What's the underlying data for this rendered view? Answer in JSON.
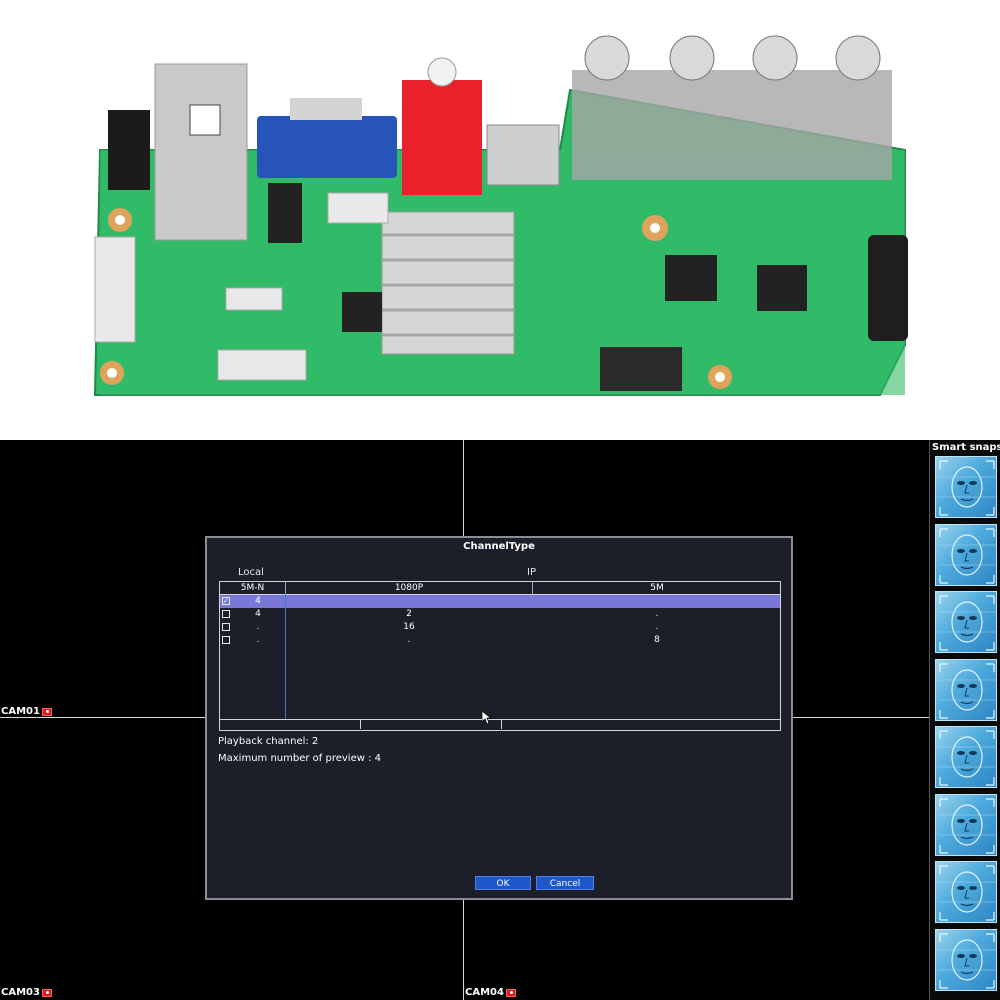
{
  "photo": {
    "subject": ""
  },
  "dvr": {
    "cameras": [
      {
        "name": "CAM01"
      },
      {
        "name": "CAM03"
      },
      {
        "name": "CAM04"
      }
    ],
    "snapshot_panel": {
      "title": "Smart snapsho"
    },
    "dialog": {
      "title": "ChannelType",
      "group_local": "Local",
      "group_ip": "IP",
      "columns": [
        "5M-N",
        "1080P",
        "5M"
      ],
      "rows": [
        {
          "checked": true,
          "local": "4",
          "ip_1080p": "",
          "ip_5m": ""
        },
        {
          "checked": false,
          "local": "4",
          "ip_1080p": "2",
          "ip_5m": "."
        },
        {
          "checked": false,
          "local": ".",
          "ip_1080p": "16",
          "ip_5m": "."
        },
        {
          "checked": false,
          "local": ".",
          "ip_1080p": ".",
          "ip_5m": "8"
        }
      ],
      "checkbox_mark": "✓",
      "playback_label": "Playback channel: 2",
      "max_preview_label": "Maximum number of preview",
      "max_preview_value": ": 4",
      "ok_label": "OK",
      "cancel_label": "Cancel"
    }
  }
}
